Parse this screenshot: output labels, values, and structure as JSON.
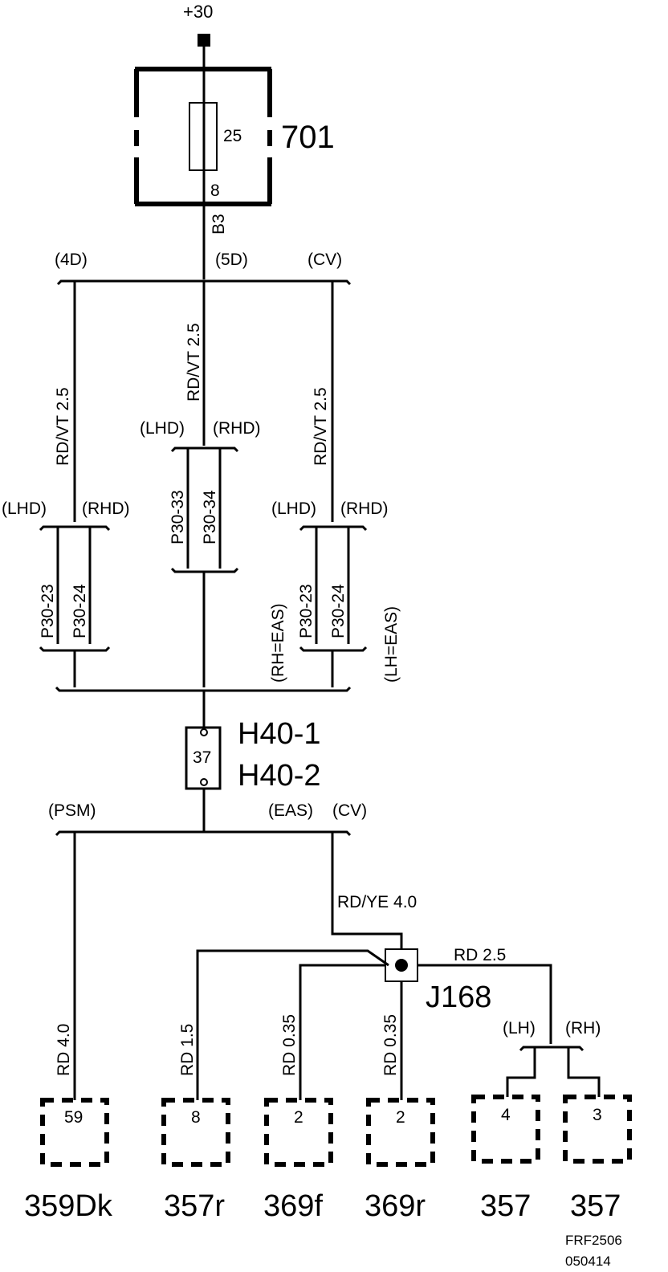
{
  "supply": "+30",
  "fuse_box": {
    "id": "701",
    "fuse_rating": "25",
    "pin": "8",
    "cavity": "B3"
  },
  "variants_top": [
    "(4D)",
    "(5D)",
    "(CV)"
  ],
  "wire_top_left": "RD/VT  2.5",
  "wire_top_center": "RD/VT  2.5",
  "wire_top_right": "RD/VT  2.5",
  "lhd": "(LHD)",
  "rhd": "(RHD)",
  "left_branch": {
    "lhd_pin": "P30-23",
    "rhd_pin": "P30-24"
  },
  "center_branch": {
    "lhd_pin": "P30-33",
    "rhd_pin": "P30-34"
  },
  "right_branch": {
    "lhd_pin": "P30-23",
    "rhd_pin": "P30-24",
    "rh_note": "(RH=EAS)",
    "lh_note": "(LH=EAS)"
  },
  "connector": {
    "name_1": "H40-1",
    "name_2": "H40-2",
    "pin": "37"
  },
  "variants_bottom": [
    "(PSM)",
    "(EAS)",
    "(CV)"
  ],
  "wire_eas": "RD/YE  4.0",
  "wire_rd25": "RD  2.5",
  "joint": "J168",
  "lh": "(LH)",
  "rh": "(RH)",
  "terminals": [
    {
      "pin": "59",
      "wire": "RD  4.0",
      "component": "359Dk"
    },
    {
      "pin": "8",
      "wire": "RD  1.5",
      "component": "357r"
    },
    {
      "pin": "2",
      "wire": "RD  0.35",
      "component": "369f"
    },
    {
      "pin": "2",
      "wire": "RD  0.35",
      "component": "369r"
    },
    {
      "pin": "4",
      "wire": "",
      "component": "357"
    },
    {
      "pin": "3",
      "wire": "",
      "component": "357"
    }
  ],
  "figure_ref": "FRF2506",
  "figure_date": "050414"
}
